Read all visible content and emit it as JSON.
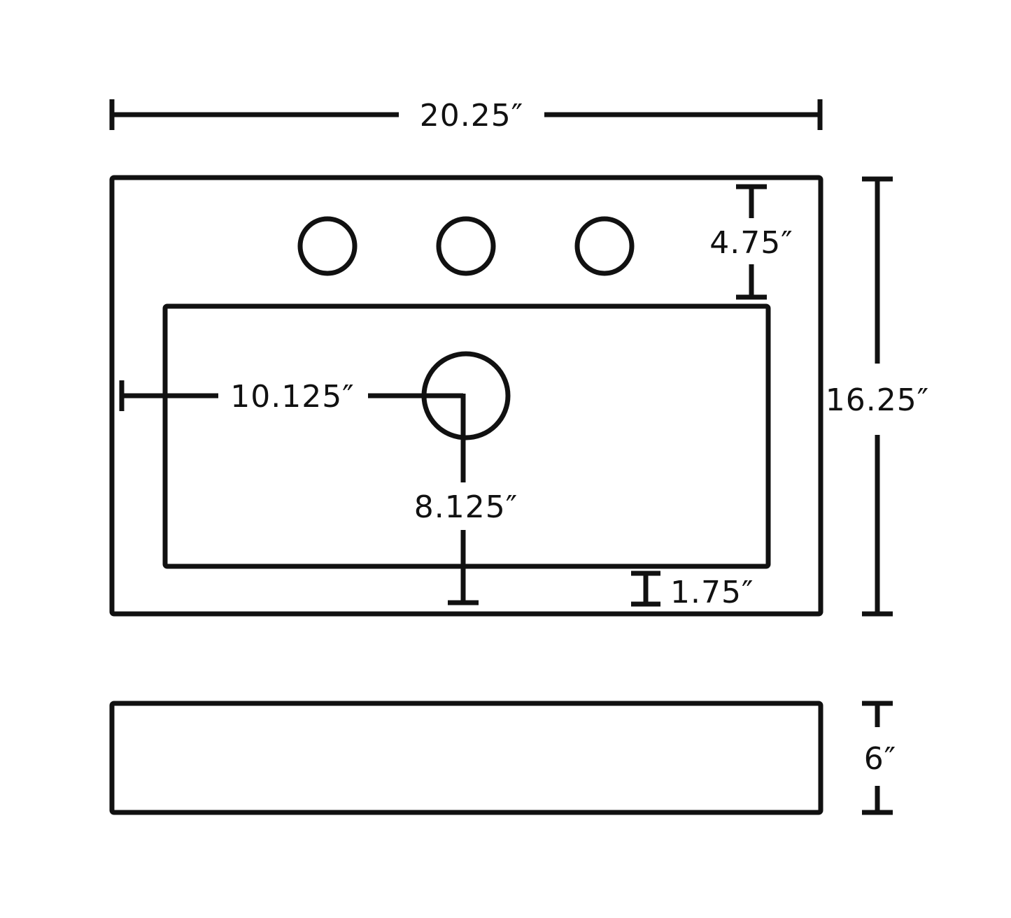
{
  "labels": {
    "overall_width": "20.25″",
    "overall_depth": "16.25″",
    "faucet_to_bowl": "4.75″",
    "drain_from_side": "10.125″",
    "drain_from_front": "8.125″",
    "bowl_to_front": "1.75″",
    "height": "6″"
  },
  "colors": {
    "line": "#111111",
    "background": "#ffffff"
  }
}
